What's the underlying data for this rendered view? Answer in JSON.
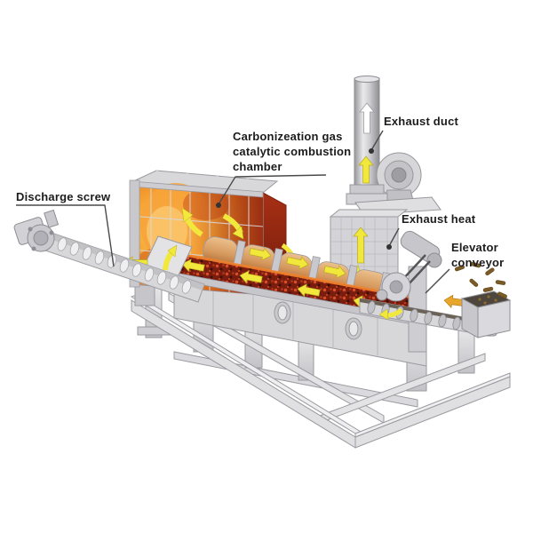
{
  "labels": {
    "combustion_chamber": {
      "lines": [
        "Carbonizeation gas",
        "catalytic combustion",
        "chamber"
      ]
    },
    "exhaust_duct": {
      "text": "Exhaust duct"
    },
    "exhaust_heat": {
      "text": "Exhaust heat"
    },
    "elevator_conveyor": {
      "lines": [
        "Elevator",
        "conveyor"
      ]
    },
    "discharge_screw": {
      "text": "Discharge screw"
    }
  },
  "flow": {
    "hot_gas_arrow_color": "#f2e83c",
    "exhaust_arrow_color": "#ffffff",
    "material_arrow_color": "#e8a62c",
    "hot_gas_direction": "up and right through kiln shell to exhaust duct",
    "material_direction": "left through kiln to discharge screw"
  },
  "colors": {
    "background": "#ffffff",
    "fire_bright": "#fbc469",
    "fire_mid": "#f29a2e",
    "fire_deep": "#d95f17",
    "char_red": "#7a1c0e",
    "drum_tan": "#d79a5f",
    "metal_light": "#dcdcdf",
    "metal_mid": "#c2c2c7",
    "metal_outline": "#9a9aa0",
    "arrow_yellow": "#f2e83c",
    "arrow_orange": "#e8a62c",
    "pellet_brown": "#7a5a26",
    "label_text": "#1c1c1c",
    "leader_line": "#4a4a4a"
  }
}
